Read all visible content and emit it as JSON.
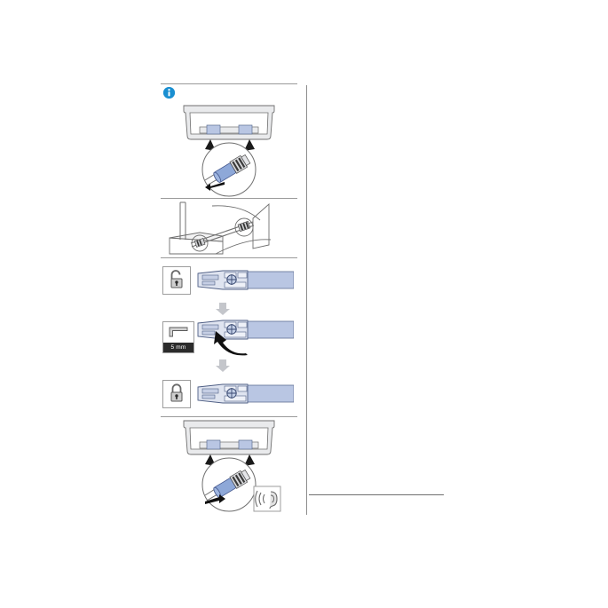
{
  "document": {
    "title": "Appliance connector hose installation instructions",
    "page_type": "illustrated-instruction-sheet"
  },
  "colors": {
    "info_blue": "#1a8fd1",
    "part_highlight_blue": "#b9c6e3",
    "sleeve_blue": "#8ea8d8",
    "panel_grey": "#e9eaec",
    "line_grey": "#6f6f6f",
    "rule_grey": "#9a9a9a",
    "badge_label_bg": "#2b2b2b",
    "arrow_dark": "#1a1a1a",
    "arrow_grey": "#c4c6cb"
  },
  "notice": {
    "icon": "info-icon",
    "icon_glyph": "i",
    "label": ""
  },
  "panels": [
    {
      "id": "panel-1",
      "name": "disconnect-sleeve-overview",
      "caption": "",
      "detail_callout": "magnified-view-circle",
      "action_arrow": "pull-sleeve-back-arrow"
    },
    {
      "id": "panel-2",
      "name": "appliance-rear-connection-view",
      "caption": ""
    },
    {
      "id": "panel-3",
      "name": "locking-sequence",
      "steps": [
        {
          "id": "step-unlocked",
          "badge_icon": "padlock-open-icon",
          "badge_label": "",
          "art": "connector-unlocked"
        },
        {
          "id": "step-turn-tool",
          "badge_icon": "hex-key-icon",
          "badge_label": "5 mm",
          "art": "connector-rotate",
          "action_arrow": "rotate-arrow"
        },
        {
          "id": "step-locked",
          "badge_icon": "padlock-closed-icon",
          "badge_label": "",
          "art": "connector-locked"
        }
      ]
    },
    {
      "id": "panel-4",
      "name": "reconnect-sleeve-overview",
      "caption": "",
      "detail_callout": "magnified-view-circle",
      "action_arrow": "push-sleeve-forward-arrow",
      "feedback_icon": "ear-listen-icon",
      "feedback_label": ""
    }
  ],
  "tool": {
    "size_label": "5 mm",
    "icon": "hex-key-icon"
  }
}
